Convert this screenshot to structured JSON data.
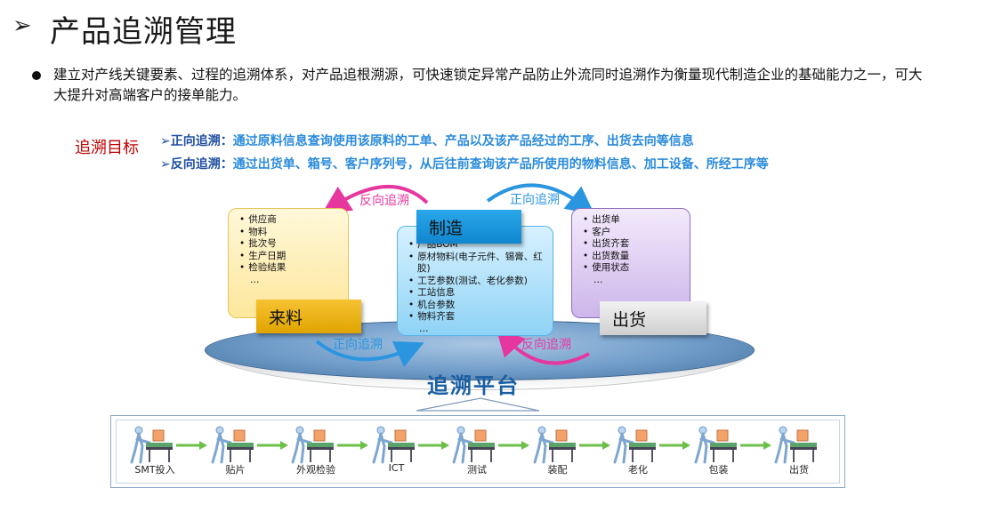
{
  "header": {
    "bullet_glyph": "➢",
    "title": "产品追溯管理"
  },
  "intro": {
    "text": "建立对产线关键要素、过程的追溯体系，对产品追根溯源，可快速锁定异常产品防止外流同时追溯作为衡量现代制造企业的基础能力之一，可大大提升对高端客户的接单能力。"
  },
  "goals": {
    "label": "追溯目标",
    "forward": {
      "lead": "➢正向追溯：",
      "text": "通过原料信息查询使用该原料的工单、产品以及该产品经过的工序、出货去向等信息"
    },
    "backward": {
      "lead": "➢反向追溯：",
      "text": "通过出货单、箱号、客户序列号，从后往前查询该产品所使用的物料信息、加工设备、所经工序等"
    }
  },
  "diagram": {
    "platform_label": "追溯平台",
    "arcs": {
      "top_left": "反向追溯",
      "top_right": "正向追溯",
      "bottom_left": "正向追溯",
      "bottom_right": "反向追溯"
    },
    "supply": {
      "tag": "来料",
      "items": [
        "供应商",
        "物料",
        "批次号",
        "生产日期",
        "检验结果"
      ],
      "more": "…"
    },
    "manufacturing": {
      "tag": "制造",
      "items": [
        "产品BOM",
        "原材物料(电子元件、锡膏、红胶)",
        "工艺参数(测试、老化参数)",
        "工站信息",
        "机台参数",
        "物料齐套"
      ],
      "more": "…"
    },
    "shipping": {
      "tag": "出货",
      "items": [
        "出货单",
        "客户",
        "出货齐套",
        "出货数量",
        "使用状态"
      ],
      "more": "…"
    }
  },
  "process": {
    "steps": [
      "SMT投入",
      "贴片",
      "外观检验",
      "ICT",
      "测试",
      "装配",
      "老化",
      "包装",
      "出货"
    ]
  },
  "colors": {
    "title_red": "#c00000",
    "goal_blue": "#2a8bdc",
    "arc_pink": "#e6379f",
    "arc_blue": "#2b95e0",
    "platform_label": "#1a5fa3"
  }
}
